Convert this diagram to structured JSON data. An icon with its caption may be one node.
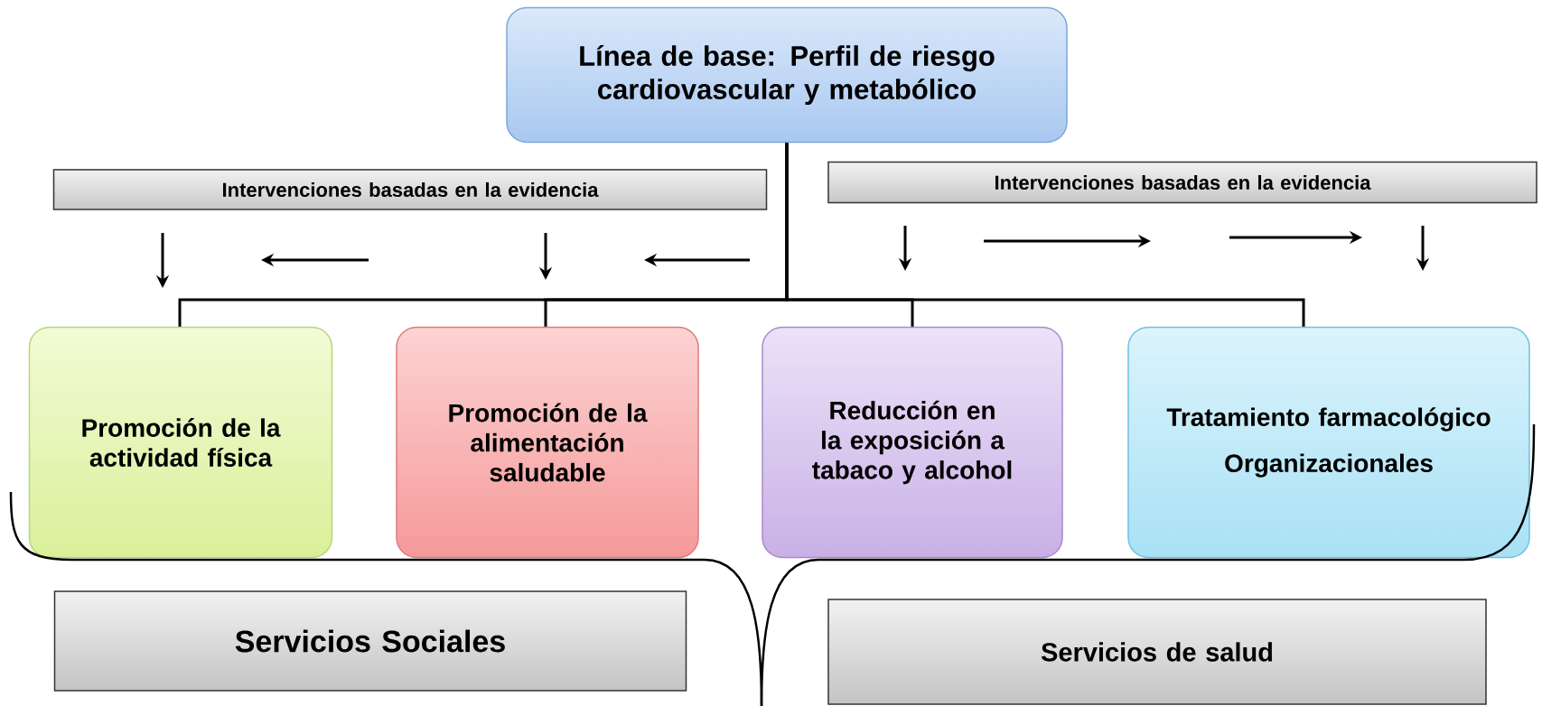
{
  "diagram": {
    "nodes": [
      {
        "text": [
          "Línea de base: Perfil de riesgo cardiovascular y metabólico"
        ]
      },
      {
        "text": [
          "Intervenciones basadas en la evidencia"
        ]
      },
      {
        "text": [
          "Intervenciones basadas en la evidencia"
        ]
      },
      {
        "text": [
          "Promoción de la actividad física"
        ]
      },
      {
        "text": [
          "Promoción de la alimentación saludable"
        ]
      },
      {
        "text": [
          "Reducción en la exposición a tabaco y alcohol"
        ]
      },
      {
        "text": [
          "Tratamiento farmacológico",
          "Organizacionales"
        ]
      },
      {
        "text": [
          "Servicios Sociales"
        ]
      },
      {
        "text": [
          "Servicios de salud"
        ]
      }
    ],
    "edges": [
      {
        "from": 0,
        "to": 3,
        "arrow": "none"
      },
      {
        "from": 0,
        "to": 4,
        "arrow": "none"
      },
      {
        "from": 0,
        "to": 5,
        "arrow": "none"
      },
      {
        "from": 0,
        "to": 6,
        "arrow": "none"
      }
    ]
  }
}
